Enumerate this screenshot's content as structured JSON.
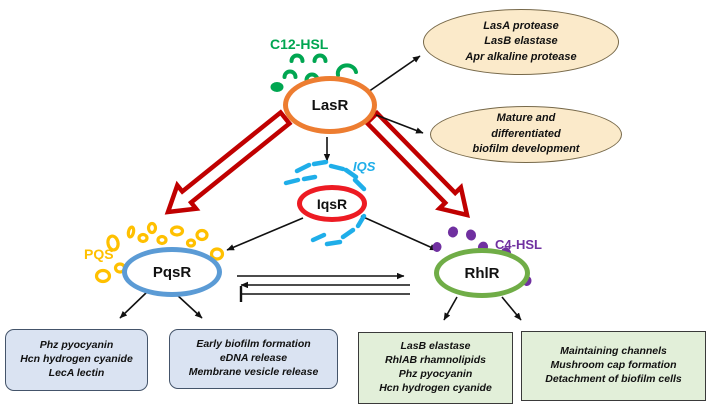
{
  "diagram": {
    "title_implicit": "Quorum sensing regulatory network",
    "nodes": {
      "lasr": {
        "label": "LasR"
      },
      "iqsr": {
        "label": "IqsR"
      },
      "pqsr": {
        "label": "PqsR"
      },
      "rhlr": {
        "label": "RhlR"
      }
    },
    "signals": {
      "c12_hsl": {
        "label": "C12-HSL",
        "color": "#00A651"
      },
      "iqs": {
        "label": "IQS",
        "color": "#1FAEE9"
      },
      "pqs": {
        "label": "PQS",
        "color": "#FFC000"
      },
      "c4_hsl": {
        "label": "C4-HSL",
        "color": "#7030A0"
      }
    },
    "ellipses": [
      {
        "lines": [
          "LasA protease",
          "LasB elastase",
          "Apr alkaline protease"
        ]
      },
      {
        "lines": [
          "Mature and",
          "differentiated",
          "biofilm development"
        ]
      }
    ],
    "boxes": [
      {
        "lines": [
          "Phz pyocyanin",
          "Hcn hydrogen cyanide",
          "LecA lectin"
        ]
      },
      {
        "lines": [
          "Early biofilm formation",
          "eDNA release",
          "Membrane vesicle release"
        ]
      },
      {
        "lines": [
          "LasB elastase",
          "RhlAB rhamnolipids",
          "Phz pyocyanin",
          "Hcn hydrogen cyanide"
        ]
      },
      {
        "lines": [
          "Maintaining channels",
          "Mushroom cap formation",
          "Detachment of biofilm cells"
        ]
      }
    ],
    "colors": {
      "lasr_border": "#ED7D31",
      "iqsr_border": "#ED1B23",
      "pqsr_border": "#5B9BD5",
      "rhlr_border": "#70AD47",
      "activation_block_arrow": "#C00000",
      "thin_arrow": "#111111",
      "output_ellipse_fill": "#FBEACA",
      "blue_box_fill": "#DAE3F2",
      "green_box_fill": "#E2EFD9"
    }
  }
}
